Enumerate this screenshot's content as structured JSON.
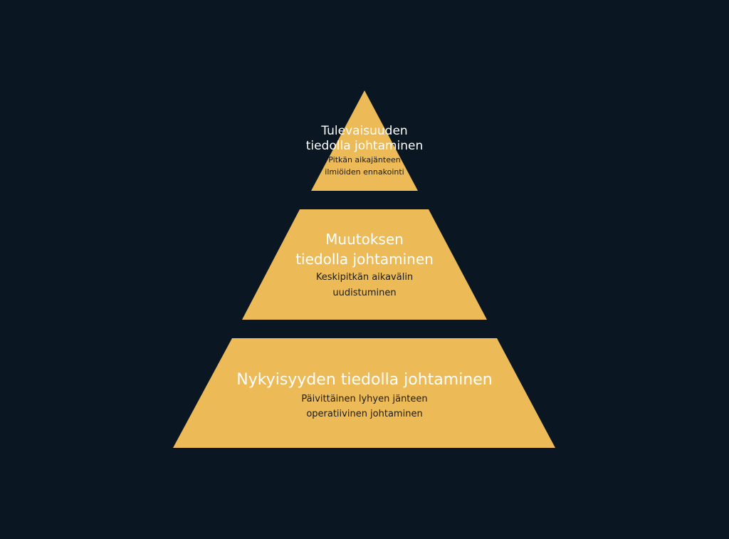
{
  "colors": {
    "background": "#0b1623",
    "segment_fill": "#ecbb58",
    "title_text": "#ffffff",
    "subtitle_text": "#1c1a14"
  },
  "pyramid": {
    "levels": [
      {
        "title_line1": "Tulevaisuuden",
        "title_line2": "tiedolla johtaminen",
        "subtitle_line1": "Pitkän aikajänteen",
        "subtitle_line2": "ilmiöiden ennakointi"
      },
      {
        "title_line1": "Muutoksen",
        "title_line2": "tiedolla johtaminen",
        "subtitle_line1": "Keskipitkän aikavälin",
        "subtitle_line2": "uudistuminen"
      },
      {
        "title_line1": "Nykyisyyden tiedolla johtaminen",
        "subtitle_line1": "Päivittäinen lyhyen jänteen",
        "subtitle_line2": "operatiivinen johtaminen"
      }
    ]
  }
}
